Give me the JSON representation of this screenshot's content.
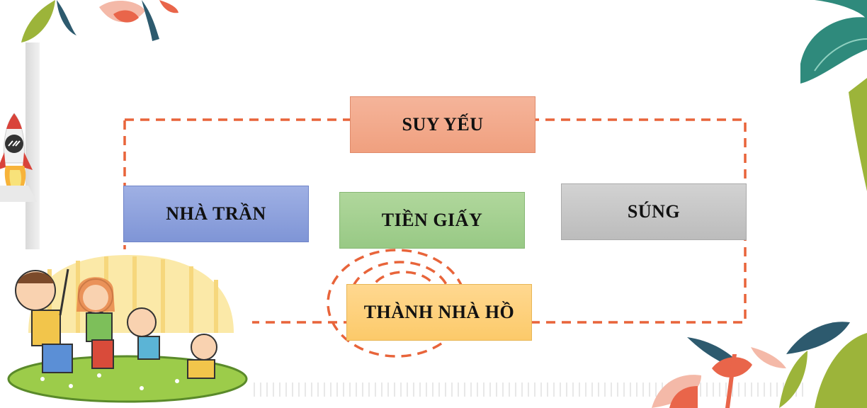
{
  "diagram": {
    "top_box": "SUY YẾU",
    "left_box": "NHÀ TRẦN",
    "center_box": "TIỀN GIẤY",
    "right_box": "SÚNG",
    "bottom_box": "THÀNH NHÀ HỒ"
  },
  "colors": {
    "dashed_frame": "#e8643a",
    "top_box": "#f2a787",
    "left_box": "#8a9fdc",
    "center_box": "#a3d08f",
    "right_box": "#c4c4c4",
    "bottom_box": "#fdd07a"
  },
  "icons": [
    "leaf-decoration",
    "flower-decoration",
    "rocket-icon",
    "children-playing-illustration"
  ]
}
